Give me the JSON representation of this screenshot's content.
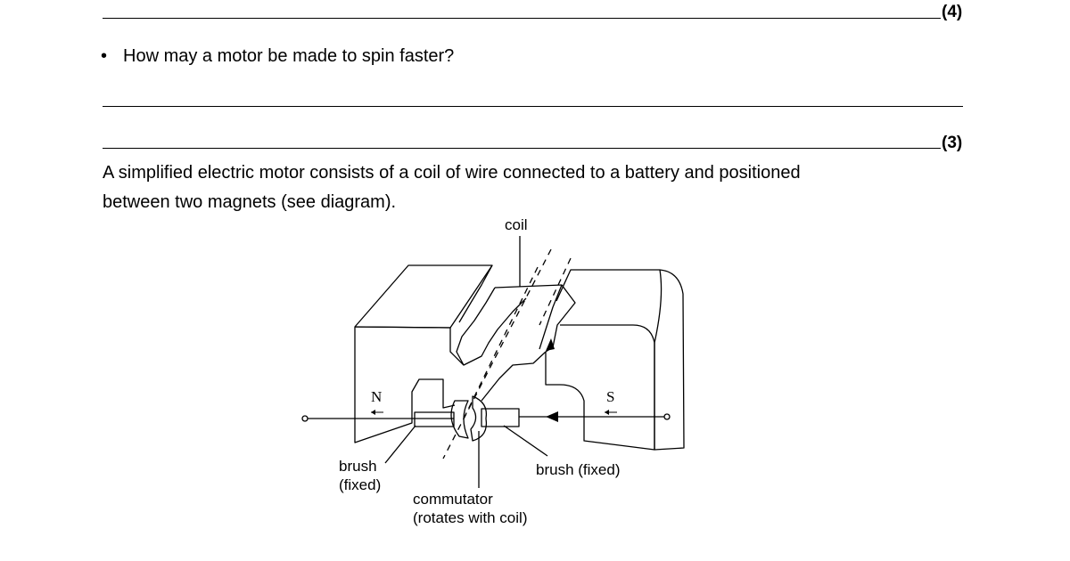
{
  "marks": {
    "q1": "(4)",
    "q2": "(3)"
  },
  "question": {
    "bullet": "•",
    "text": "How may a motor be made to spin faster?"
  },
  "paragraph": {
    "line1": "A simplified electric motor consists of a coil of wire connected to a battery and positioned",
    "line2": "between two magnets (see diagram)."
  },
  "diagram": {
    "coil": "coil",
    "north": "N",
    "south": "S",
    "brush_left_1": "brush",
    "brush_left_2": "(fixed)",
    "brush_right": "brush (fixed)",
    "commutator_1": "commutator",
    "commutator_2": "(rotates with coil)"
  }
}
